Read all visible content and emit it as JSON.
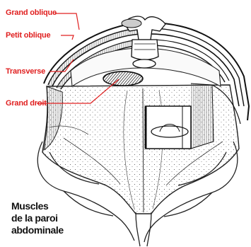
{
  "colors": {
    "label": "#e02020",
    "leader": "#e02020",
    "ink": "#111111",
    "background": "#ffffff"
  },
  "labels": {
    "grand_oblique": "Grand oblique",
    "petit_oblique": "Petit oblique",
    "transverse": "Transverse",
    "grand_droit": "Grand droit"
  },
  "caption": {
    "line1": "Muscles",
    "line2": "de la paroi",
    "line3": "abdominale"
  }
}
